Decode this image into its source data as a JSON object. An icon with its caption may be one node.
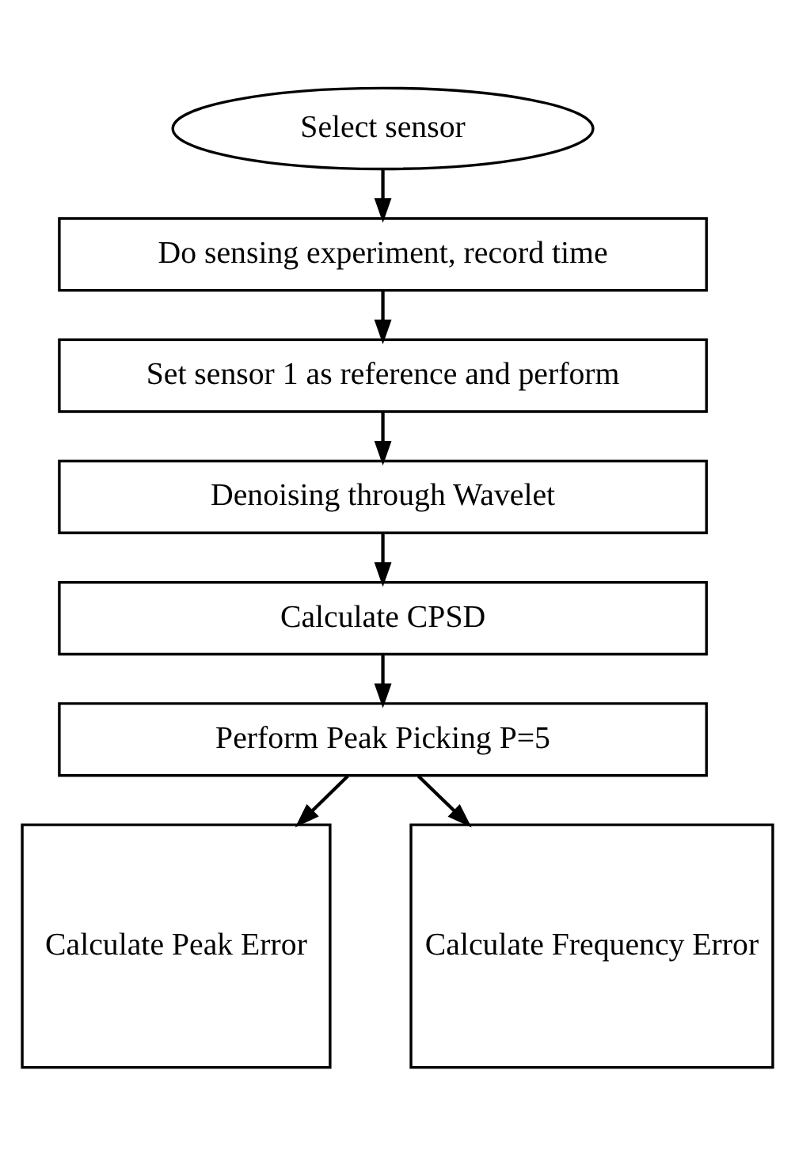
{
  "diagram": {
    "nodes": [
      {
        "text": [
          "Select sensor"
        ]
      },
      {
        "text": [
          "Do sensing experiment, record time"
        ]
      },
      {
        "text": [
          "Set sensor 1 as reference and perform"
        ]
      },
      {
        "text": [
          "Denoising through Wavelet"
        ]
      },
      {
        "text": [
          "Calculate CPSD"
        ]
      },
      {
        "text": [
          "Perform Peak Picking P=5"
        ]
      },
      {
        "text": [
          "Calculate Peak Error"
        ]
      },
      {
        "text": [
          "Calculate Frequency Error"
        ]
      }
    ],
    "edges": [
      {
        "from": 0,
        "to": 1,
        "arrow": "to"
      },
      {
        "from": 1,
        "to": 2,
        "arrow": "to"
      },
      {
        "from": 2,
        "to": 3,
        "arrow": "to"
      },
      {
        "from": 3,
        "to": 4,
        "arrow": "to"
      },
      {
        "from": 4,
        "to": 5,
        "arrow": "to"
      },
      {
        "from": 5,
        "to": 6,
        "arrow": "to"
      },
      {
        "from": 5,
        "to": 7,
        "arrow": "to"
      }
    ]
  }
}
